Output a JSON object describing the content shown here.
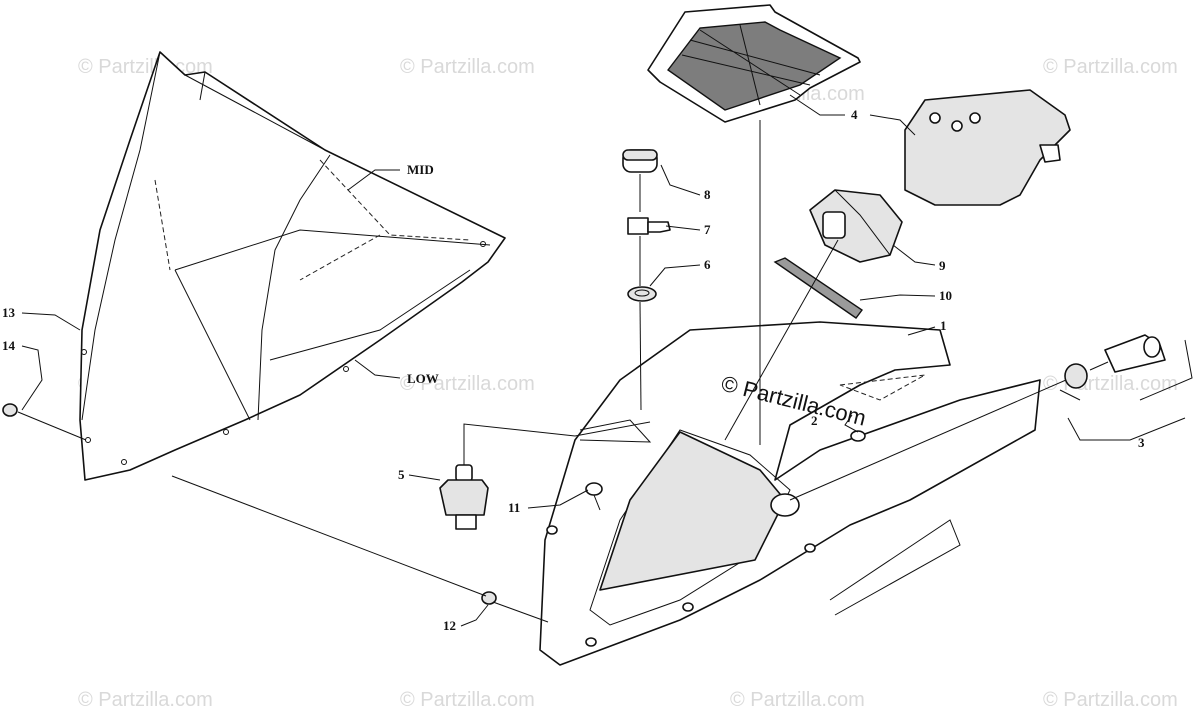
{
  "diagram": {
    "callouts": [
      "1",
      "2",
      "3",
      "4",
      "5",
      "6",
      "7",
      "8",
      "9",
      "10",
      "11",
      "12",
      "13",
      "14"
    ],
    "annotations": {
      "mid": "MID",
      "low": "LOW"
    },
    "watermark": "© Partzilla.com",
    "center_mark": "© Partzilla.com"
  }
}
